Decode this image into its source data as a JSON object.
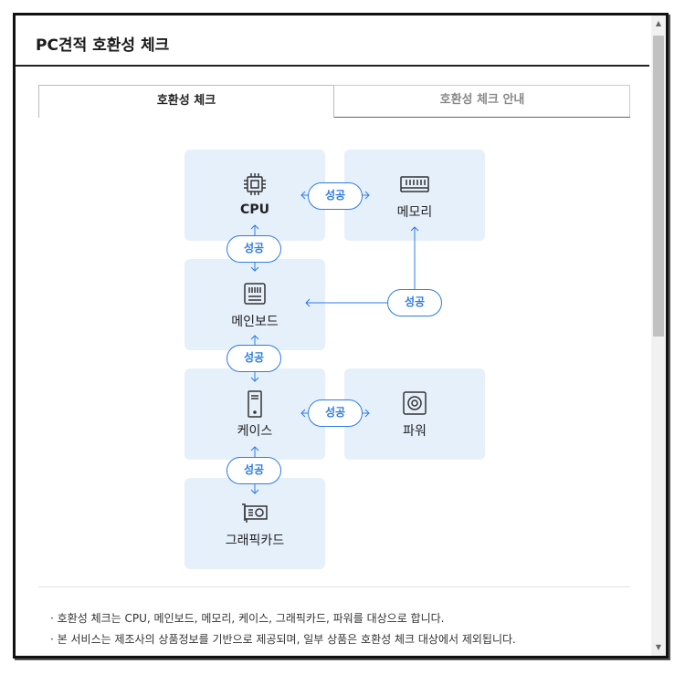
{
  "window": {
    "title": "PC견적 호환성 체크"
  },
  "tabs": [
    {
      "label": "호환성 체크",
      "active": true
    },
    {
      "label": "호환성 체크 안내",
      "active": false
    }
  ],
  "components": {
    "cpu": "CPU",
    "memory": "메모리",
    "mainboard": "메인보드",
    "case": "케이스",
    "power": "파워",
    "graphics": "그래픽카드"
  },
  "status": {
    "cpu_memory": "성공",
    "cpu_mainboard": "성공",
    "memory_mainboard": "성공",
    "mainboard_case": "성공",
    "case_power": "성공",
    "case_graphics": "성공"
  },
  "notes": [
    "· 호환성 체크는 CPU, 메인보드, 메모리, 케이스, 그래픽카드, 파워를 대상으로 합니다.",
    "· 본 서비스는 제조사의 상품정보를 기반으로 제공되며, 일부 상품은 호환성 체크 대상에서 제외됩니다."
  ],
  "colors": {
    "accent": "#2c7be5",
    "box_bg": "#e6f0fb",
    "warning": "#e53935"
  }
}
